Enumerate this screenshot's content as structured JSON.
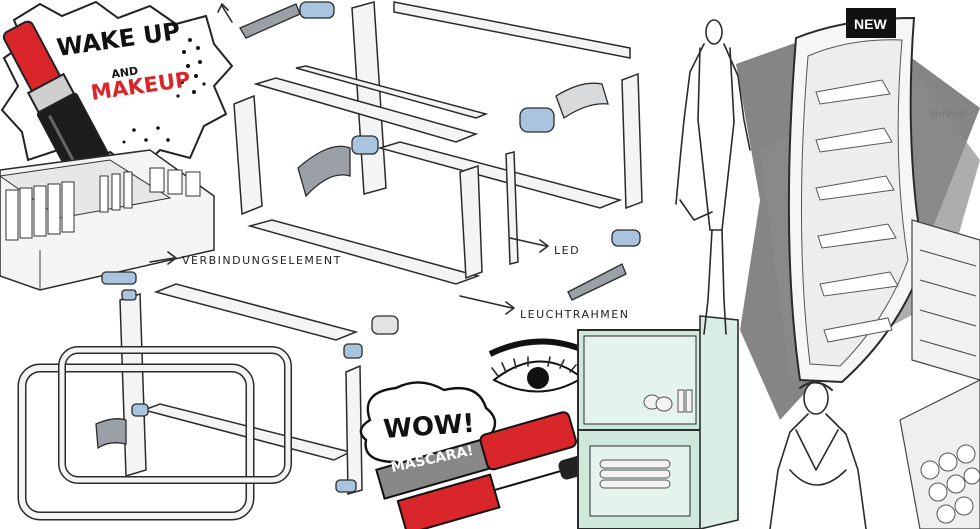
{
  "labels": {
    "connector": "VERBINDUNGSELEMENT",
    "led": "LED",
    "light_frame": "LEUCHTRAHMEN",
    "module": "Module"
  },
  "badges": {
    "new": "NEW"
  },
  "bubbles": {
    "wake_line1": "WAKE UP",
    "wake_line2": "AND",
    "wake_line3": "MAKEUP",
    "wow": "WOW!",
    "mascara": "MASCARA!"
  },
  "colors": {
    "accent_red": "#d8262b",
    "connector_blue": "#a9c4de",
    "panel_grey": "#9aa0a6",
    "glass_green": "#cfe8dc",
    "badge_black": "#111111"
  },
  "icons": [
    "lipstick-icon",
    "mascara-icon",
    "eye-icon",
    "arrow-icon"
  ]
}
